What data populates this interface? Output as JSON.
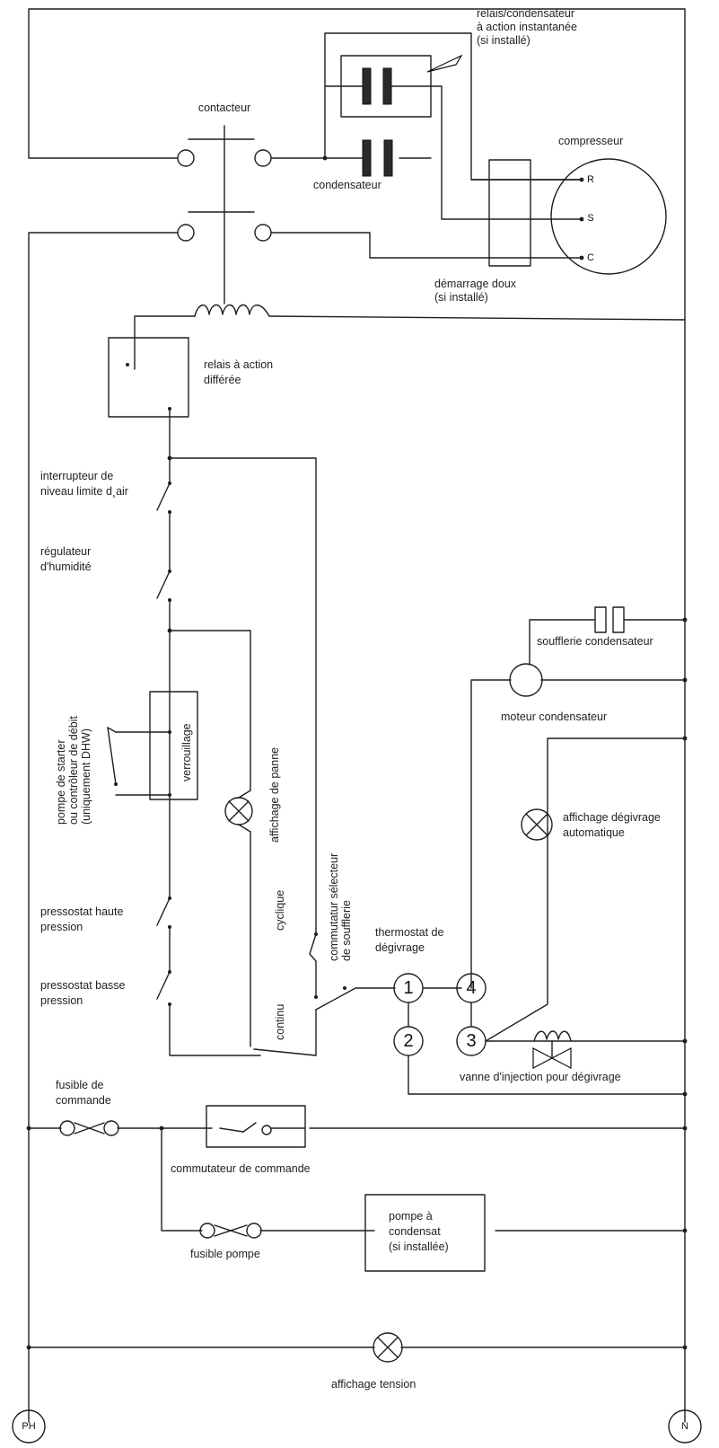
{
  "labels": {
    "relay_cap_1": "relais/condensateur",
    "relay_cap_2": "à action instantanée",
    "relay_cap_3": "(si installé)",
    "contactor": "contacteur",
    "capacitor": "condensateur",
    "compressor": "compresseur",
    "soft_start_1": "démarrage doux",
    "soft_start_2": "(si installé)",
    "delay_relay_1": "relais à action",
    "delay_relay_2": "différée",
    "air_limit_1": "interrupteur de",
    "air_limit_2": "niveau limite d¸air",
    "humidity_1": "régulateur",
    "humidity_2": "d'humidité",
    "pump_flow_1": "pompe de starter",
    "pump_flow_2": "ou contrôleur de débit",
    "pump_flow_3": "(uniquement DHW)",
    "interlock": "verrouillage",
    "fault_display": "affichage de panne",
    "cyclic": "cyclique",
    "continuous": "continu",
    "fan_selector_1": "commutatur sélecteur",
    "fan_selector_2": "de soufflerie",
    "hp_switch_1": "pressostat haute",
    "hp_switch_2": "pression",
    "lp_switch_1": "pressostat basse",
    "lp_switch_2": "pression",
    "defrost_thermo_1": "thermostat de",
    "defrost_thermo_2": "dégivrage",
    "cond_fan": "soufflerie condensateur",
    "cond_motor": "moteur condensateur",
    "auto_defrost_1": "affichage dégivrage",
    "auto_defrost_2": "automatique",
    "injection_valve": "vanne d'injection pour dégivrage",
    "ctrl_fuse_1": "fusible de",
    "ctrl_fuse_2": "commande",
    "ctrl_switch": "commutateur de commande",
    "pump_fuse": "fusible pompe",
    "cond_pump_1": "pompe à",
    "cond_pump_2": "condensat",
    "cond_pump_3": "(si installée)",
    "voltage_display": "affichage tension"
  },
  "terminals": {
    "ph": "PH",
    "n": "N",
    "r": "R",
    "s": "S",
    "c": "C",
    "t1": "1",
    "t2": "2",
    "t3": "3",
    "t4": "4"
  }
}
